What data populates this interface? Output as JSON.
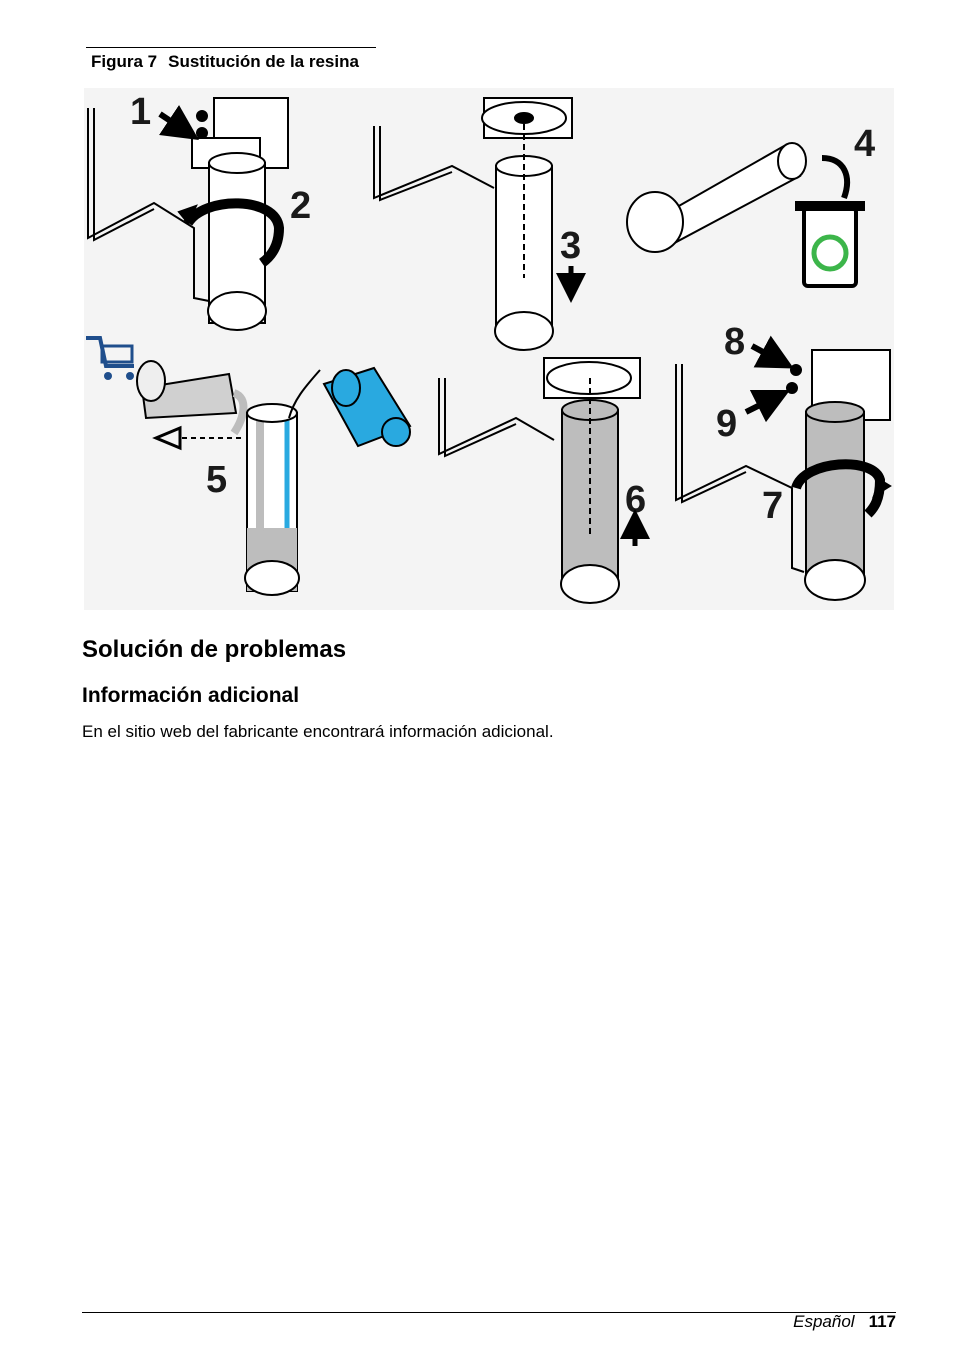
{
  "figure": {
    "caption_label": "Figura 7",
    "caption_title": "Sustitución de la resina",
    "steps": [
      "1",
      "2",
      "3",
      "4",
      "5",
      "6",
      "7",
      "8",
      "9"
    ],
    "icons": [
      "shopping-cart-icon",
      "eye-icon",
      "recycle-bin-icon",
      "arrow-icon"
    ],
    "colors": {
      "water": "#29a9e0",
      "resin": "#bdbdbd",
      "recycle": "#3cb54a",
      "cart": "#1f4e8c"
    }
  },
  "section": {
    "title": "Solución de problemas",
    "subtitle": "Información adicional",
    "body": "En el sitio web del fabricante encontrará información adicional."
  },
  "footer": {
    "language": "Español",
    "page": "117"
  }
}
